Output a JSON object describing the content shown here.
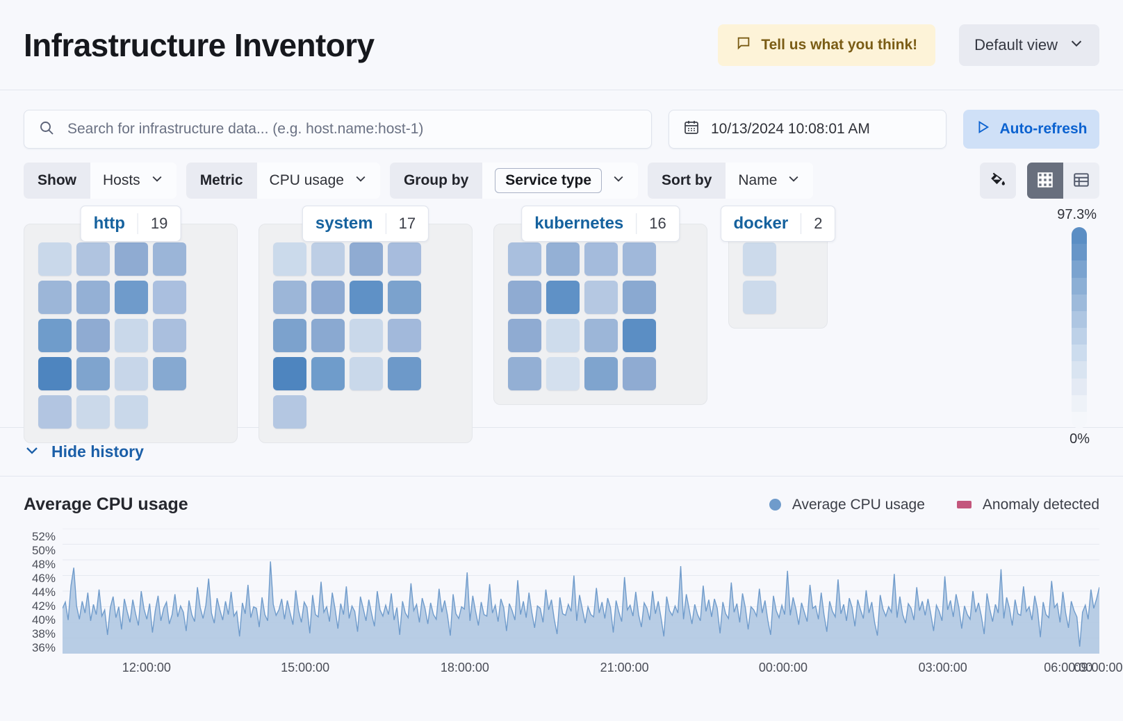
{
  "header": {
    "title": "Infrastructure Inventory",
    "feedback_label": "Tell us what you think!",
    "feedback_icon": "comment-icon",
    "view_selector_label": "Default view",
    "view_selector_icon": "chevron-down-icon"
  },
  "search": {
    "placeholder": "Search for infrastructure data... (e.g. host.name:host-1)",
    "value": "",
    "icon": "search-icon",
    "date_value": "10/13/2024 10:08:01 AM",
    "date_icon": "calendar-icon",
    "refresh_label": "Auto-refresh",
    "refresh_icon": "play-icon"
  },
  "filters": [
    {
      "label": "Show",
      "value": "Hosts",
      "boxed": false
    },
    {
      "label": "Metric",
      "value": "CPU usage",
      "boxed": false
    },
    {
      "label": "Group by",
      "value": "Service type",
      "boxed": true
    },
    {
      "label": "Sort by",
      "value": "Name",
      "boxed": false
    }
  ],
  "view_controls": {
    "palette_icon": "fill-color-icon",
    "grid_icon": "grid-view-icon",
    "table_icon": "table-view-icon",
    "active_view": "grid"
  },
  "waffle": {
    "legend_max": "97.3%",
    "legend_min": "0%",
    "groups": [
      {
        "name": "http",
        "count": "19",
        "cells": [
          "#c9d8ea",
          "#b0c4e0",
          "#8fabd2",
          "#9bb5d8",
          "#9cb6d8",
          "#94b0d5",
          "#6f9bcb",
          "#aabfdf",
          "#6f9ccb",
          "#8fabd2",
          "#c9d8ea",
          "#aabfde",
          "#4e85bf",
          "#7fa4ce",
          "#c7d6e9",
          "#86a9d1",
          "#b2c5e1",
          "#cbd9ea",
          "#c9d8ea"
        ]
      },
      {
        "name": "system",
        "count": "17",
        "cells": [
          "#cbdaeb",
          "#bdcee5",
          "#8fabd2",
          "#a7bcdd",
          "#9cb6d8",
          "#8eaad2",
          "#5f91c6",
          "#7ba2cd",
          "#7ca2cd",
          "#8aa9d1",
          "#c9d8ea",
          "#a2b9db",
          "#4e85bf",
          "#6f9ccb",
          "#c9d8ea",
          "#6d99c9",
          "#b4c7e2"
        ]
      },
      {
        "name": "kubernetes",
        "count": "16",
        "cells": [
          "#a9bfde",
          "#94b0d5",
          "#a4bbdc",
          "#a0b8da",
          "#8fabd2",
          "#5f91c6",
          "#b5c8e2",
          "#8aa9d1",
          "#8fabd2",
          "#cedcec",
          "#9cb6d8",
          "#5b8ec4",
          "#93afd4",
          "#d4e0ee",
          "#7fa4ce",
          "#8fabd2"
        ]
      },
      {
        "name": "docker",
        "count": "2",
        "cells": [
          "#ccdaeb",
          "#ccdaeb"
        ]
      }
    ]
  },
  "history": {
    "toggle_label": "Hide history",
    "toggle_icon": "chevron-down-icon"
  },
  "chart_data": {
    "type": "area",
    "title": "Average CPU usage",
    "xlabel": "",
    "ylabel": "",
    "ylim": [
      36,
      52
    ],
    "grid": true,
    "legend_position": "top-right",
    "legend": [
      {
        "name": "Average CPU usage",
        "color": "#6f9bcb",
        "marker": "circle"
      },
      {
        "name": "Anomaly detected",
        "color": "#c3567c",
        "marker": "square"
      }
    ],
    "ytick_labels": [
      "52%",
      "50%",
      "48%",
      "46%",
      "44%",
      "42%",
      "40%",
      "38%",
      "36%"
    ],
    "ytick_values": [
      52,
      50,
      48,
      46,
      44,
      42,
      40,
      38,
      36
    ],
    "xtick_labels": [
      "12:00:00",
      "15:00:00",
      "18:00:00",
      "21:00:00",
      "00:00:00",
      "03:00:00",
      "06:00:00",
      "09:00:00"
    ],
    "xtick_positions": [
      0.081,
      0.234,
      0.388,
      0.542,
      0.695,
      0.849,
      0.97,
      0.999
    ],
    "series": [
      {
        "name": "Average CPU usage",
        "color": "#6f9bcb",
        "values": [
          41.8,
          42.6,
          40.3,
          44.7,
          47.0,
          42.1,
          40.4,
          42.7,
          41.2,
          43.8,
          40.2,
          42.3,
          41.0,
          44.2,
          40.8,
          41.6,
          38.4,
          41.9,
          43.3,
          40.6,
          42.0,
          39.1,
          43.0,
          41.4,
          40.0,
          42.9,
          41.1,
          39.6,
          44.0,
          41.7,
          40.4,
          42.4,
          38.7,
          41.5,
          43.4,
          40.2,
          41.8,
          42.6,
          39.8,
          41.0,
          43.6,
          40.7,
          42.1,
          41.3,
          38.9,
          42.8,
          41.0,
          40.1,
          44.5,
          41.9,
          40.5,
          42.2,
          45.6,
          41.2,
          39.9,
          43.1,
          41.6,
          40.3,
          42.7,
          41.0,
          43.9,
          40.8,
          41.4,
          38.2,
          42.5,
          41.1,
          44.8,
          40.6,
          42.0,
          41.8,
          39.4,
          43.2,
          41.0,
          40.2,
          47.8,
          42.3,
          40.9,
          41.6,
          43.0,
          40.4,
          42.8,
          41.2,
          39.7,
          44.1,
          41.5,
          40.0,
          42.6,
          41.9,
          38.6,
          43.5,
          41.0,
          40.7,
          45.2,
          41.3,
          42.0,
          40.1,
          43.8,
          41.7,
          39.2,
          42.4,
          41.0,
          44.6,
          40.5,
          42.1,
          41.4,
          38.8,
          43.3,
          41.8,
          40.2,
          42.9,
          41.1,
          39.5,
          44.0,
          41.6,
          40.8,
          42.2,
          41.0,
          43.7,
          40.3,
          41.9,
          38.4,
          42.7,
          41.2,
          40.6,
          45.0,
          41.5,
          42.3,
          40.0,
          43.1,
          41.8,
          39.8,
          42.5,
          41.0,
          40.4,
          44.3,
          41.3,
          42.8,
          40.9,
          38.3,
          43.6,
          41.1,
          40.5,
          42.0,
          41.7,
          46.4,
          40.2,
          43.4,
          41.4,
          39.6,
          42.6,
          41.0,
          40.8,
          44.9,
          41.2,
          42.2,
          40.1,
          43.0,
          41.9,
          38.9,
          42.4,
          41.5,
          40.3,
          45.4,
          41.0,
          42.7,
          40.6,
          43.8,
          41.3,
          39.3,
          42.1,
          41.8,
          40.0,
          44.2,
          41.6,
          42.9,
          40.4,
          38.5,
          43.2,
          41.1,
          40.9,
          42.3,
          41.4,
          46.0,
          40.2,
          43.5,
          41.7,
          39.9,
          42.0,
          41.0,
          40.7,
          44.4,
          41.2,
          42.6,
          40.5,
          43.1,
          41.9,
          38.7,
          42.8,
          41.3,
          40.1,
          45.8,
          41.6,
          42.2,
          40.8,
          43.9,
          41.0,
          39.4,
          42.5,
          41.8,
          40.3,
          44.0,
          41.1,
          42.7,
          40.6,
          38.2,
          43.3,
          41.5,
          40.9,
          42.1,
          41.2,
          47.2,
          40.4,
          43.6,
          41.7,
          39.8,
          42.3,
          41.0,
          40.2,
          44.7,
          41.4,
          42.9,
          40.7,
          43.0,
          41.8,
          38.6,
          42.6,
          41.1,
          40.5,
          45.1,
          41.3,
          42.4,
          40.0,
          43.7,
          41.9,
          39.1,
          42.0,
          41.6,
          40.8,
          44.3,
          41.2,
          42.8,
          40.3,
          38.4,
          43.4,
          41.5,
          40.6,
          42.2,
          41.0,
          46.6,
          40.9,
          43.2,
          41.7,
          39.7,
          42.5,
          41.3,
          40.1,
          44.8,
          41.8,
          42.1,
          40.4,
          43.8,
          41.0,
          38.8,
          42.7,
          41.4,
          40.7,
          45.5,
          41.1,
          42.3,
          40.2,
          43.1,
          41.9,
          39.5,
          42.9,
          41.6,
          40.5,
          44.1,
          41.2,
          42.6,
          40.0,
          38.3,
          43.5,
          41.7,
          40.8,
          42.0,
          41.3,
          46.2,
          40.6,
          43.3,
          41.0,
          39.9,
          42.4,
          41.8,
          40.3,
          44.5,
          41.5,
          42.7,
          40.9,
          43.0,
          41.1,
          38.9,
          42.2,
          41.4,
          40.2,
          45.9,
          41.6,
          42.8,
          40.7,
          43.6,
          41.9,
          39.2,
          42.1,
          41.0,
          40.4,
          44.0,
          41.3,
          42.5,
          40.8,
          38.5,
          43.7,
          41.7,
          40.1,
          42.3,
          41.2,
          46.8,
          40.5,
          43.2,
          41.8,
          39.6,
          42.9,
          41.1,
          40.9,
          44.6,
          41.4,
          42.0,
          40.3,
          43.4,
          41.6,
          38.1,
          42.6,
          41.0,
          40.6,
          45.3,
          41.9,
          42.4,
          40.0,
          43.9,
          41.2,
          39.3,
          42.7,
          41.5,
          40.7,
          36.9,
          41.3,
          42.2,
          40.4,
          44.2,
          41.8,
          43.0,
          44.5
        ]
      }
    ]
  }
}
